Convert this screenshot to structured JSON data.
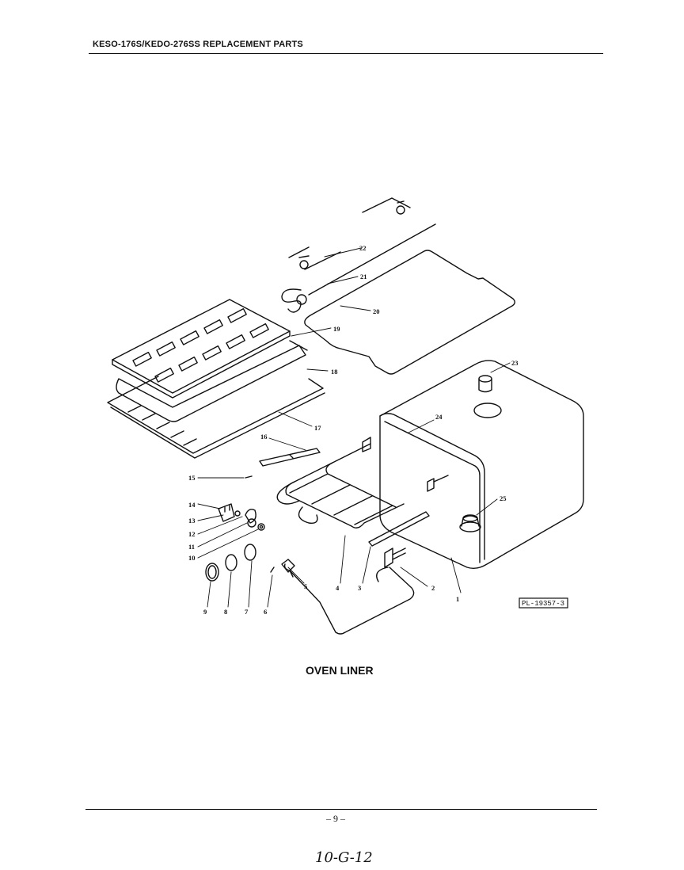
{
  "header": {
    "title": "KESO-176S/KEDO-276SS REPLACEMENT PARTS"
  },
  "diagram": {
    "reference_code": "PL-19357-3",
    "callouts": [
      "1",
      "2",
      "3",
      "4",
      "5",
      "6",
      "7",
      "8",
      "9",
      "10",
      "11",
      "12",
      "13",
      "14",
      "15",
      "16",
      "17",
      "18",
      "19",
      "20",
      "21",
      "22",
      "23",
      "24",
      "25"
    ]
  },
  "caption": "OVEN LINER",
  "footer": {
    "page_number": "– 9 –",
    "handwritten_note": "10-G-12"
  }
}
